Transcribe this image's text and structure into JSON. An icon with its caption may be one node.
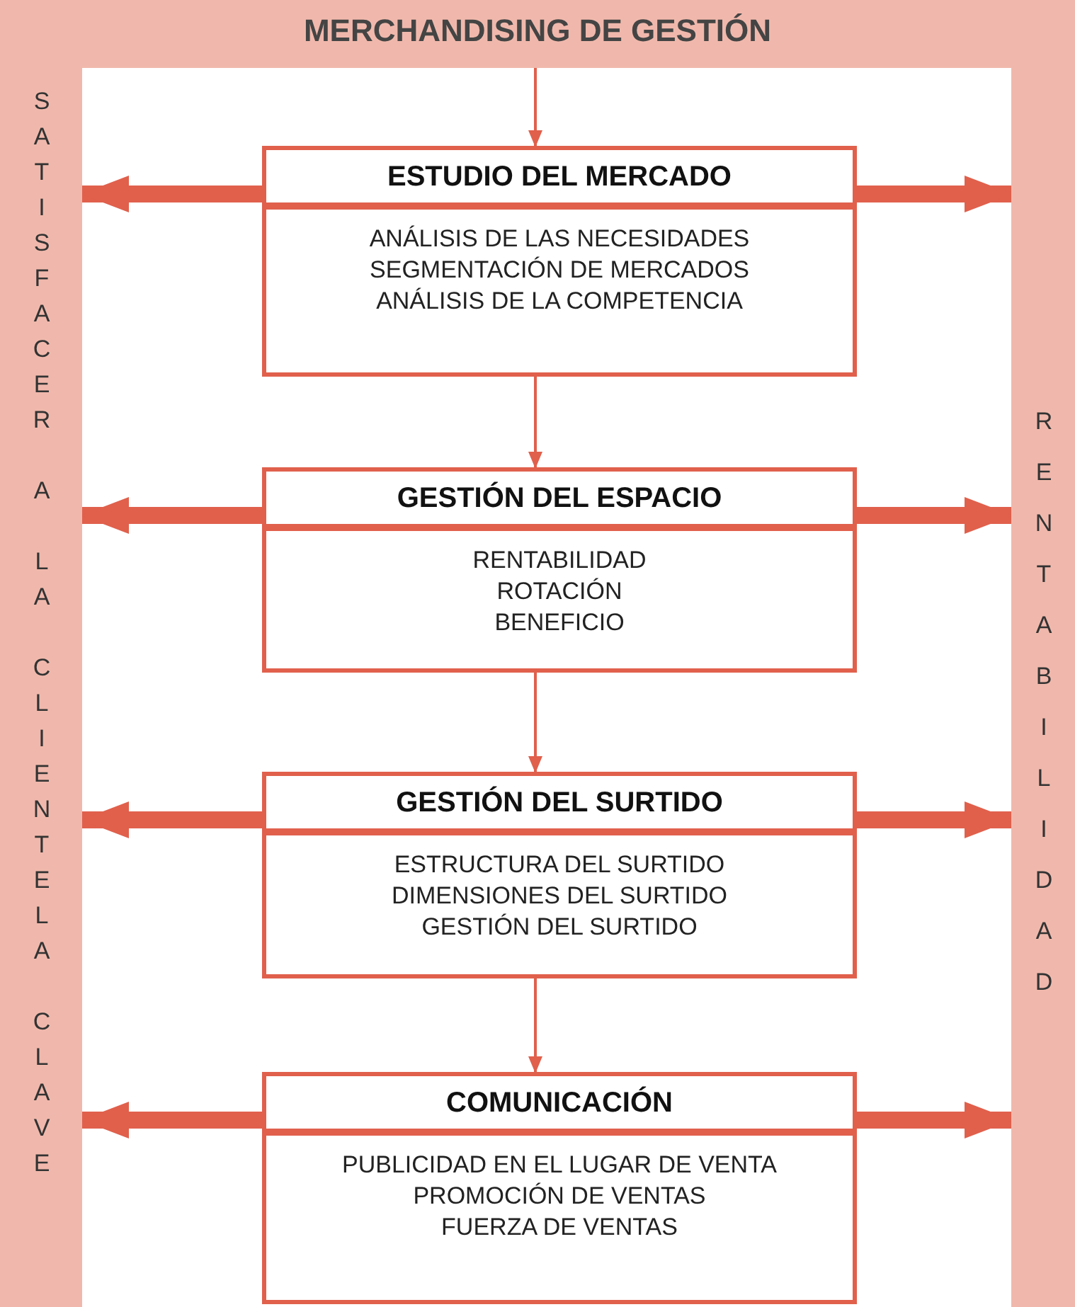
{
  "diagram": {
    "nodes": [
      {
        "text": [
          "MERCHANDISING DE GESTIÓN"
        ]
      },
      {
        "text": [
          "SATISFACER A LA CLIENTELA CLAVE"
        ]
      },
      {
        "text": [
          "RENTABILIDAD"
        ]
      },
      {
        "text": [
          "ESTUDIO DEL MERCADO",
          "ANÁLISIS DE LAS NECESIDADES",
          "SEGMENTACIÓN DE MERCADOS",
          "ANÁLISIS DE LA COMPETENCIA"
        ]
      },
      {
        "text": [
          "GESTIÓN DEL ESPACIO",
          "RENTABILIDAD",
          "ROTACIÓN",
          "BENEFICIO"
        ]
      },
      {
        "text": [
          "GESTIÓN DEL SURTIDO",
          "ESTRUCTURA DEL SURTIDO",
          "DIMENSIONES DEL SURTIDO",
          "GESTIÓN DEL SURTIDO"
        ]
      },
      {
        "text": [
          "COMUNICACIÓN",
          "PUBLICIDAD EN EL LUGAR DE VENTA",
          "PROMOCIÓN DE VENTAS",
          "FUERZA DE VENTAS"
        ]
      }
    ],
    "edges": [
      {
        "from": 0,
        "to": 3,
        "arrow": "to"
      },
      {
        "from": 3,
        "to": 1,
        "arrow": "to"
      },
      {
        "from": 3,
        "to": 2,
        "arrow": "to"
      },
      {
        "from": 3,
        "to": 4,
        "arrow": "to"
      },
      {
        "from": 4,
        "to": 1,
        "arrow": "to"
      },
      {
        "from": 4,
        "to": 2,
        "arrow": "to"
      },
      {
        "from": 4,
        "to": 5,
        "arrow": "to"
      },
      {
        "from": 5,
        "to": 1,
        "arrow": "to"
      },
      {
        "from": 5,
        "to": 2,
        "arrow": "to"
      },
      {
        "from": 5,
        "to": 6,
        "arrow": "to"
      },
      {
        "from": 6,
        "to": 1,
        "arrow": "to"
      },
      {
        "from": 6,
        "to": 2,
        "arrow": "to"
      }
    ]
  }
}
